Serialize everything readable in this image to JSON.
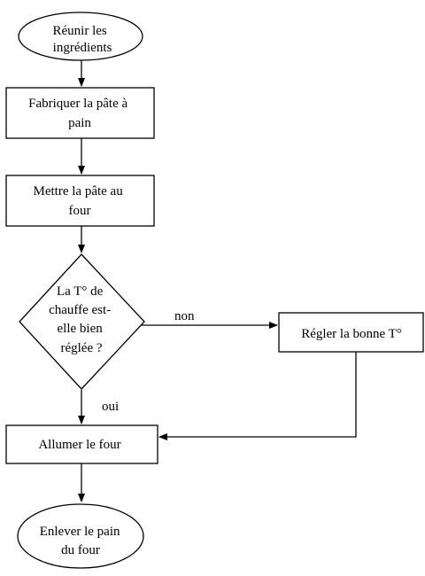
{
  "nodes": {
    "start": {
      "lines": [
        "Réunir les",
        "ingrédients"
      ]
    },
    "make_dough": {
      "lines": [
        "Fabriquer la pâte à",
        "pain"
      ]
    },
    "put_in_oven": {
      "lines": [
        "Mettre la pâte au",
        "four"
      ]
    },
    "decision": {
      "lines": [
        "La T° de",
        "chauffe est-",
        "elle bien",
        "réglée ?"
      ]
    },
    "adjust_temp": {
      "lines": [
        "Régler la bonne T°"
      ]
    },
    "turn_on_oven": {
      "lines": [
        "Allumer le four"
      ]
    },
    "end": {
      "lines": [
        "Enlever le pain",
        "du four"
      ]
    }
  },
  "edges": {
    "no_label": "non",
    "yes_label": "oui"
  },
  "colors": {
    "stroke": "#000000",
    "fill": "#ffffff",
    "text": "#000000"
  }
}
